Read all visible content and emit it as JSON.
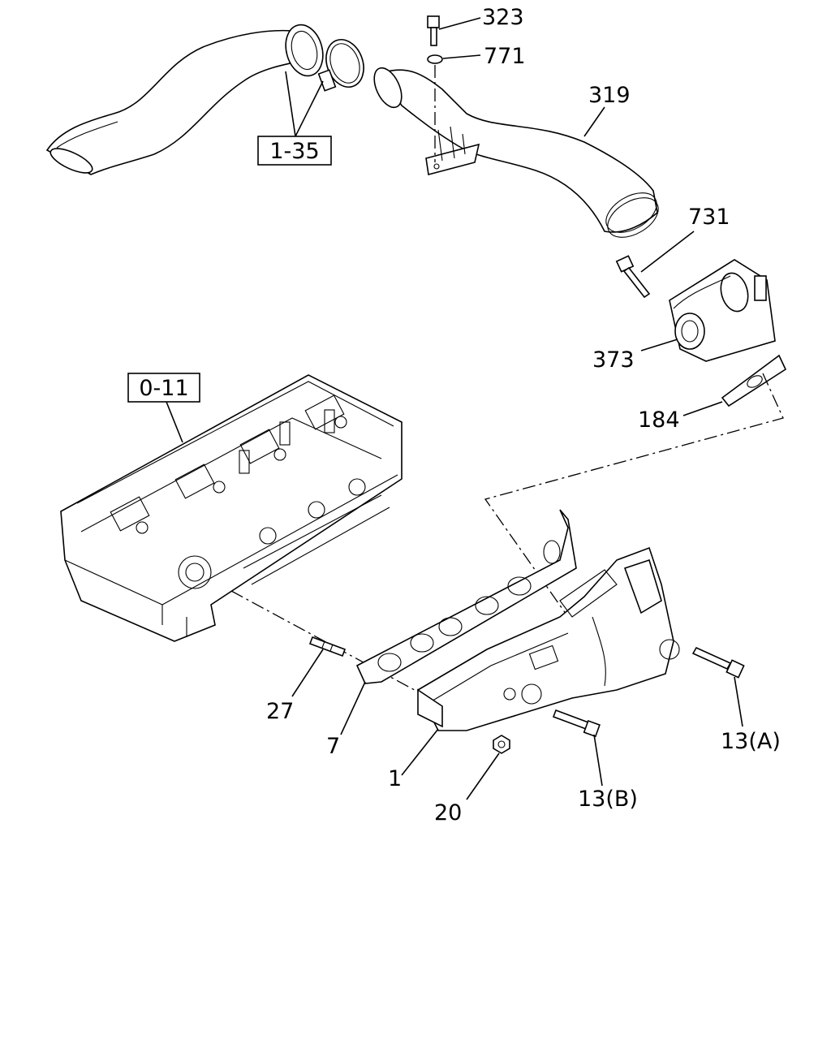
{
  "callouts": {
    "p323": "323",
    "p771": "771",
    "p319": "319",
    "p731": "731",
    "p373": "373",
    "p184": "184",
    "p27": "27",
    "p7": "7",
    "p1": "1",
    "p20": "20",
    "p13b": "13(B)",
    "p13a": "13(A)"
  },
  "refs": {
    "r135": "1-35",
    "r011": "0-11"
  }
}
